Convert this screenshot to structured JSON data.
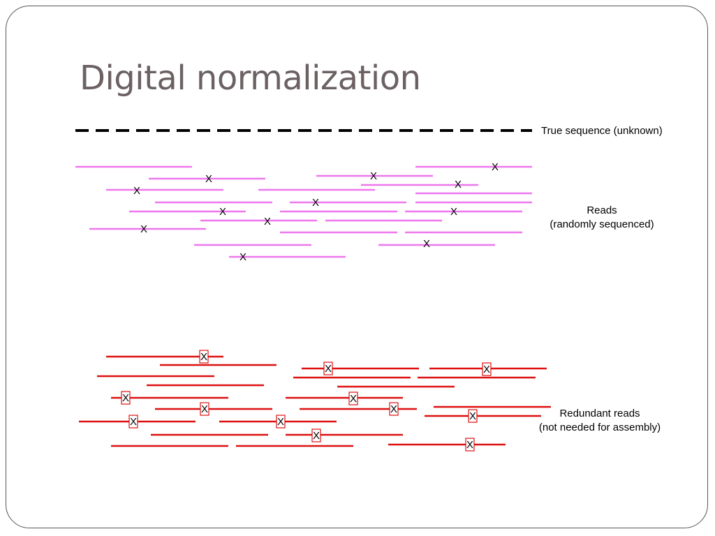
{
  "slide": {
    "title": "Digital normalization"
  },
  "labels": {
    "true_sequence": "True sequence (unknown)",
    "reads": {
      "line1": "Reads",
      "line2": "(randomly sequenced)"
    },
    "redundant": {
      "line1": "Redundant reads",
      "line2": "(not needed for assembly)"
    }
  },
  "error_mark": "X",
  "colors": {
    "title": "#6b6163",
    "true_sequence": "#000000",
    "reads": "#ee77ee",
    "redundant_reads": "#dd1111"
  },
  "icons": {
    "error": "x-mark-icon",
    "boxed_error": "boxed-x-mark-icon"
  }
}
